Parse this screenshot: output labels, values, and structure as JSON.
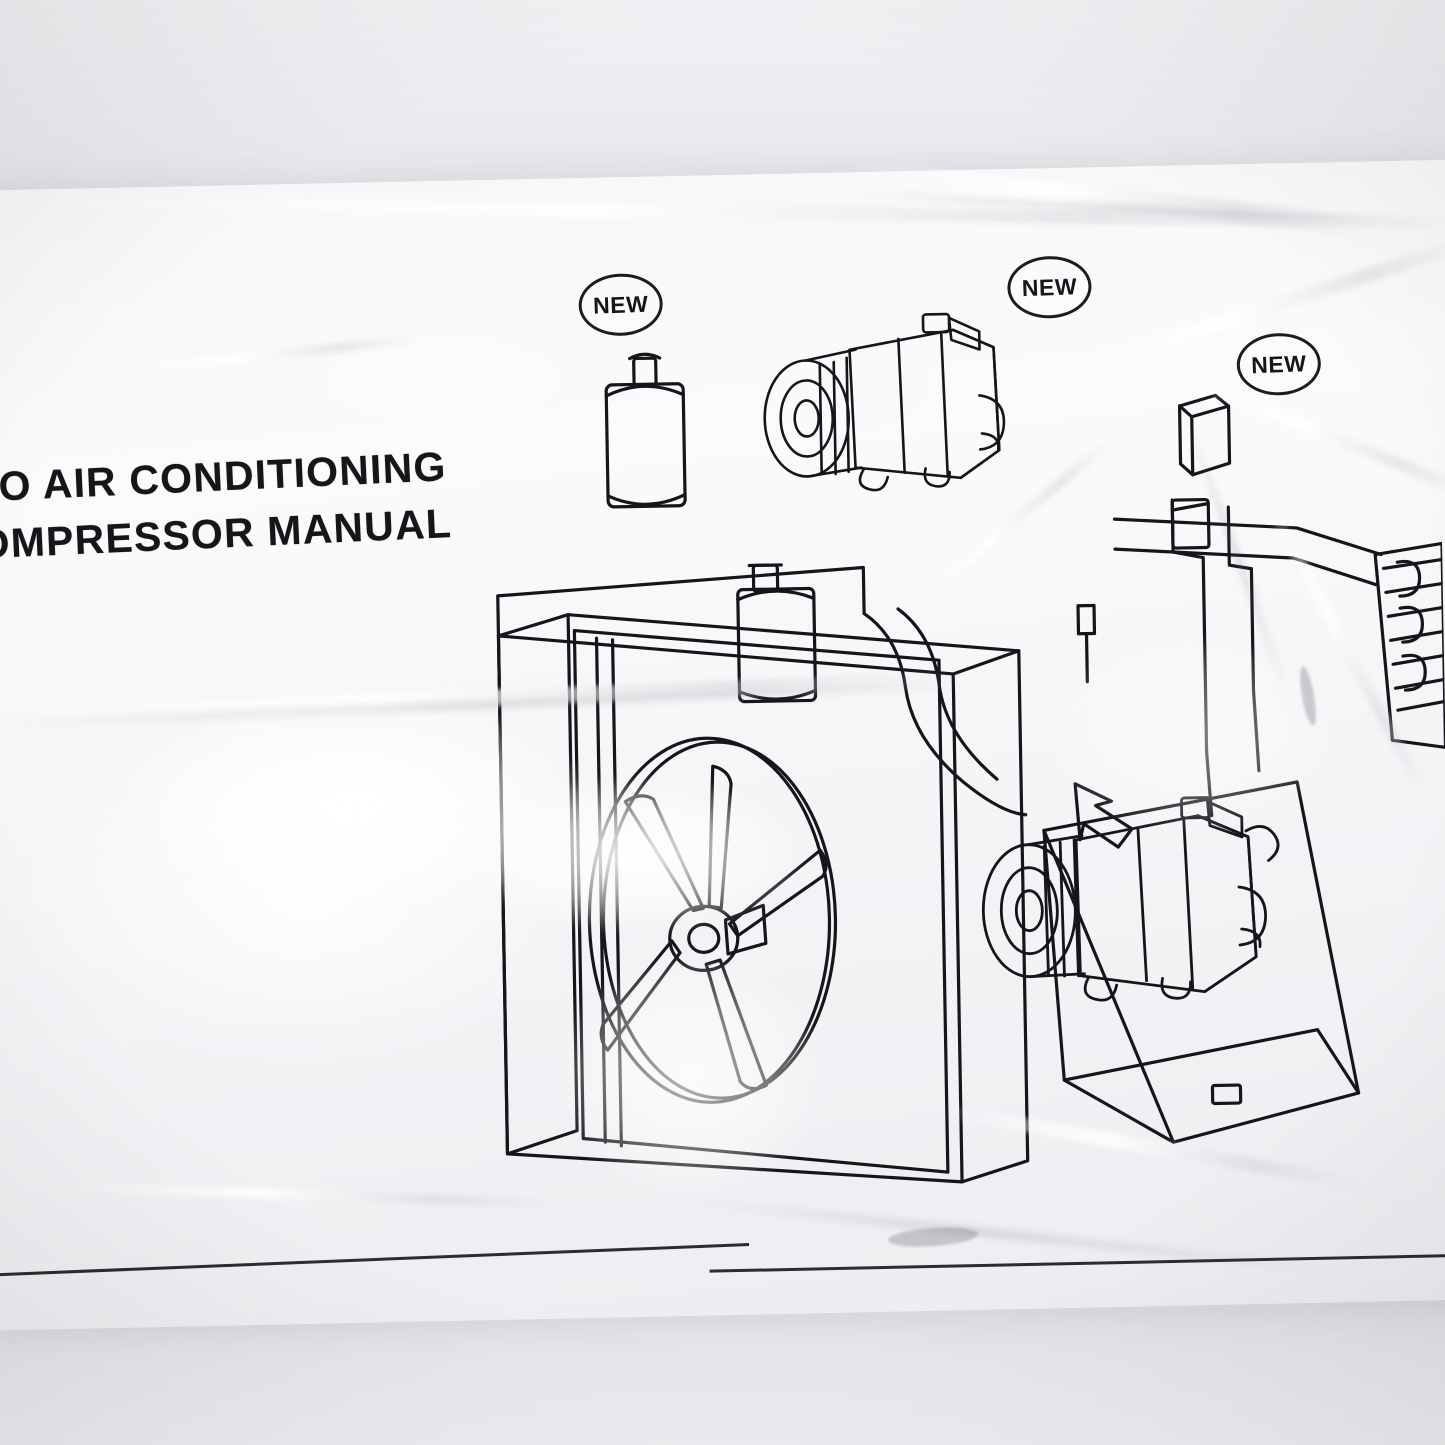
{
  "image": {
    "kind": "photograph",
    "subject": "Printed instruction sheet inside a wrinkled clear plastic bag",
    "background_color": "#eceaef",
    "sheet_color": "#f7f6f8",
    "ink_color": "#15151a"
  },
  "document": {
    "title_lines": [
      "TO AIR CONDITIONING",
      "OMPRESSOR MANUAL"
    ],
    "full_title_guess": "AUTO AIR CONDITIONING COMPRESSOR MANUAL",
    "badges": [
      {
        "label": "NEW",
        "for": "receiver-drier"
      },
      {
        "label": "NEW",
        "for": "compressor"
      },
      {
        "label": "NEW",
        "for": "expansion-valve"
      }
    ],
    "parts": [
      {
        "name": "receiver-drier-canister"
      },
      {
        "name": "ac-compressor-top"
      },
      {
        "name": "expansion-valve-block"
      },
      {
        "name": "condenser-with-fan"
      },
      {
        "name": "accumulator-cylinder"
      },
      {
        "name": "ac-compressor-installed"
      },
      {
        "name": "evaporator-core"
      },
      {
        "name": "refrigerant-lines"
      },
      {
        "name": "install-arrow"
      }
    ]
  }
}
